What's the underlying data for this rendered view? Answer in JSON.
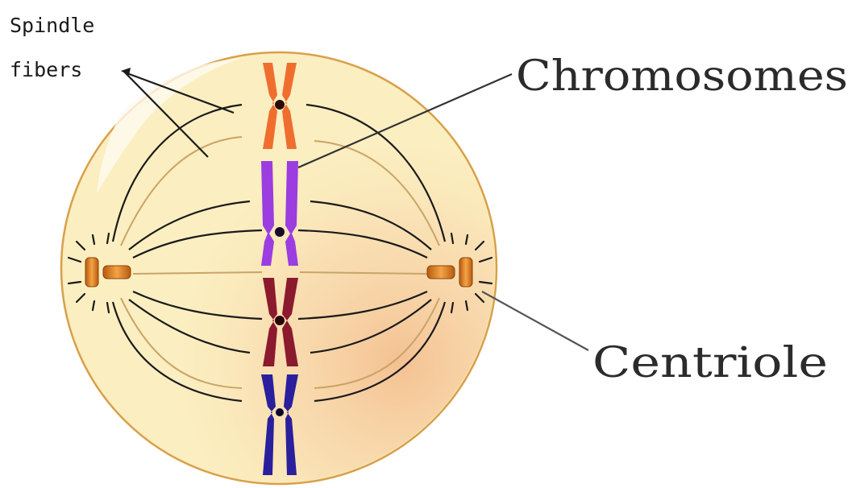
{
  "labels": {
    "spindle_line1": "Spindle",
    "spindle_line2": "fibers",
    "chromosomes": "Chromosomes",
    "centriole": "Centriole"
  },
  "colors": {
    "cell_fill": "#fbeec0",
    "cell_outline": "#d8a04a",
    "fiber": "#1a1a1a",
    "centriole": "#e08a1e",
    "chromosome_orange": "#ef6e2e",
    "chromosome_violet": "#9b3de0",
    "chromosome_maroon": "#8b1a2e",
    "chromosome_blue": "#2a1f9c"
  },
  "chromosomes": [
    {
      "name": "chromosome-orange",
      "color": "#ef6e2e"
    },
    {
      "name": "chromosome-violet",
      "color": "#9b3de0"
    },
    {
      "name": "chromosome-maroon",
      "color": "#8b1a2e"
    },
    {
      "name": "chromosome-blue",
      "color": "#2a1f9c"
    }
  ]
}
